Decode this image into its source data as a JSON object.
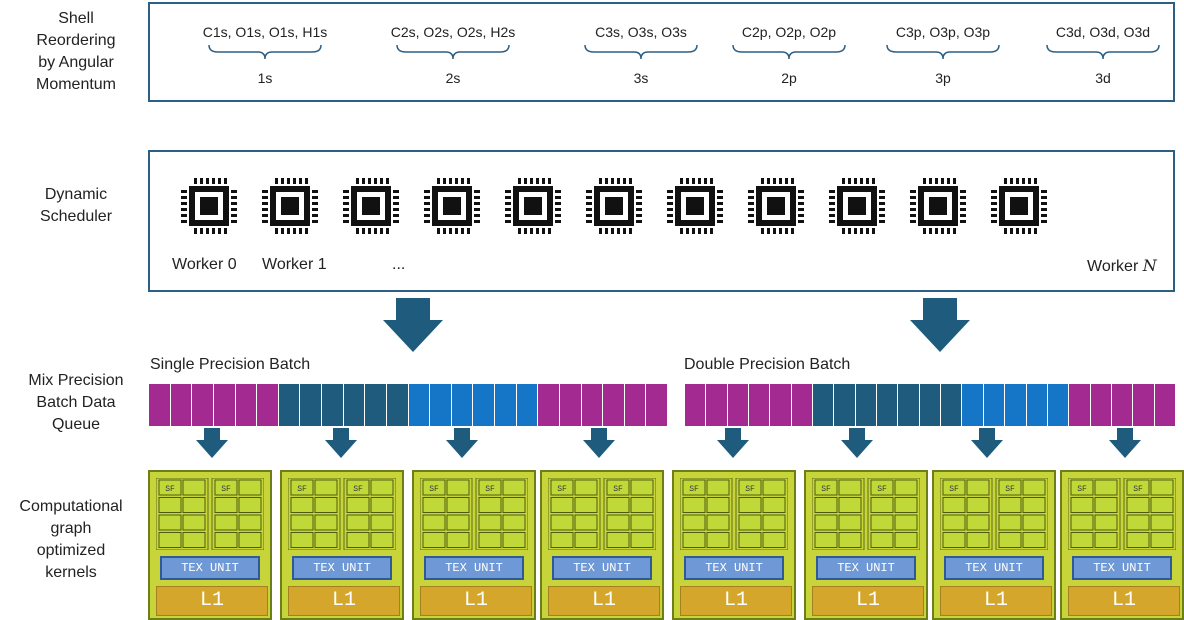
{
  "row_labels": {
    "shell": [
      "Shell",
      "Reordering",
      "by Angular",
      "Momentum"
    ],
    "scheduler": [
      "Dynamic",
      "Scheduler"
    ],
    "queue": [
      "Mix Precision",
      "Batch Data",
      "Queue"
    ],
    "kernels": [
      "Computational",
      "graph",
      "optimized",
      "kernels"
    ]
  },
  "shell_groups": [
    {
      "members": "C1s, O1s, O1s, H1s",
      "label": "1s"
    },
    {
      "members": "C2s, O2s, O2s, H2s",
      "label": "2s"
    },
    {
      "members": "C3s, O3s, O3s",
      "label": "3s"
    },
    {
      "members": "C2p, O2p, O2p",
      "label": "2p"
    },
    {
      "members": "C3p, O3p, O3p",
      "label": "3p"
    },
    {
      "members": "C3d, O3d, O3d",
      "label": "3d"
    }
  ],
  "workers": {
    "chip_count": 11,
    "icon": "cpu-chip-icon",
    "labels": {
      "first": "Worker 0",
      "second": "Worker 1",
      "ellipsis": "...",
      "last_prefix": "Worker ",
      "last_var": "N"
    }
  },
  "batches": [
    {
      "label": "Single Precision Batch",
      "segments": [
        "magenta",
        "teal",
        "blue",
        "magenta"
      ]
    },
    {
      "label": "Double Precision Batch",
      "segments": [
        "magenta",
        "teal",
        "blue",
        "magenta"
      ]
    }
  ],
  "colors": {
    "border": "#2c5f85",
    "arrow": "#1f5b7d",
    "magenta": "#a32a90",
    "teal": "#1e5b7d",
    "blue": "#1576c8",
    "sm_green": "#c7d53a",
    "core_green": "#c0d838",
    "tex": "#6e99d6",
    "l1": "#d4a72c"
  },
  "kernel_unit": {
    "count": 8,
    "tex_label": "TEX UNIT",
    "l1_label": "L1",
    "sf_label": "SF"
  }
}
